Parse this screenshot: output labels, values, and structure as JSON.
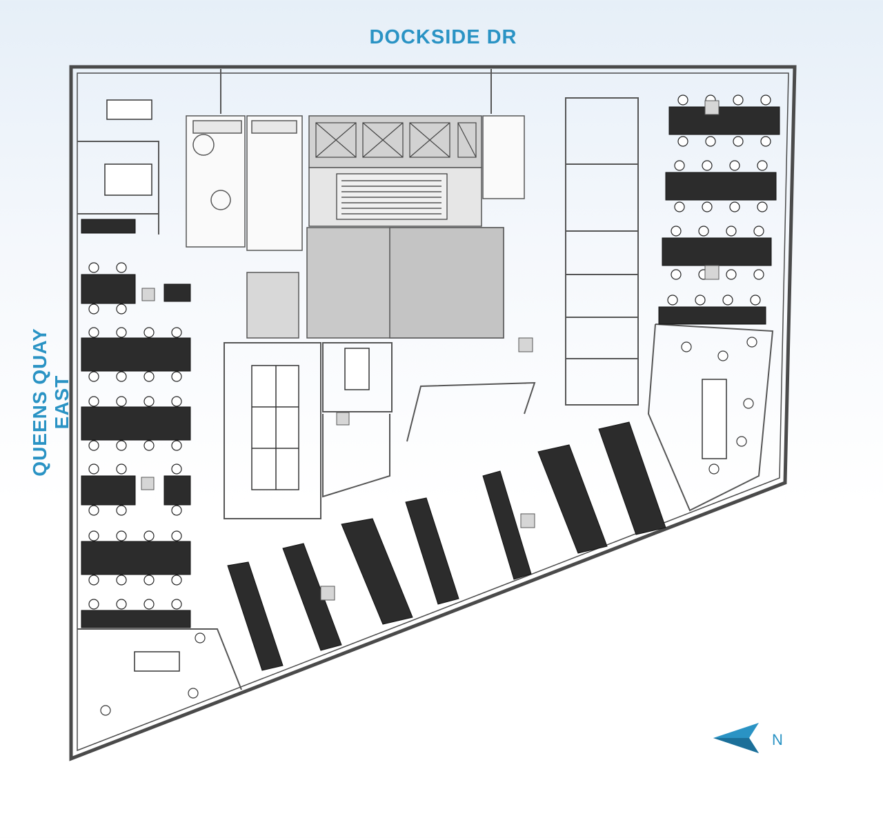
{
  "streets": {
    "top": "DOCKSIDE DR",
    "left": "QUEENS QUAY EAST"
  },
  "compass": {
    "label": "N",
    "color": "#2a93c4"
  },
  "colors": {
    "label": "#2a93c4",
    "core": "#c9c9c9",
    "wall": "#4a4a4a"
  }
}
